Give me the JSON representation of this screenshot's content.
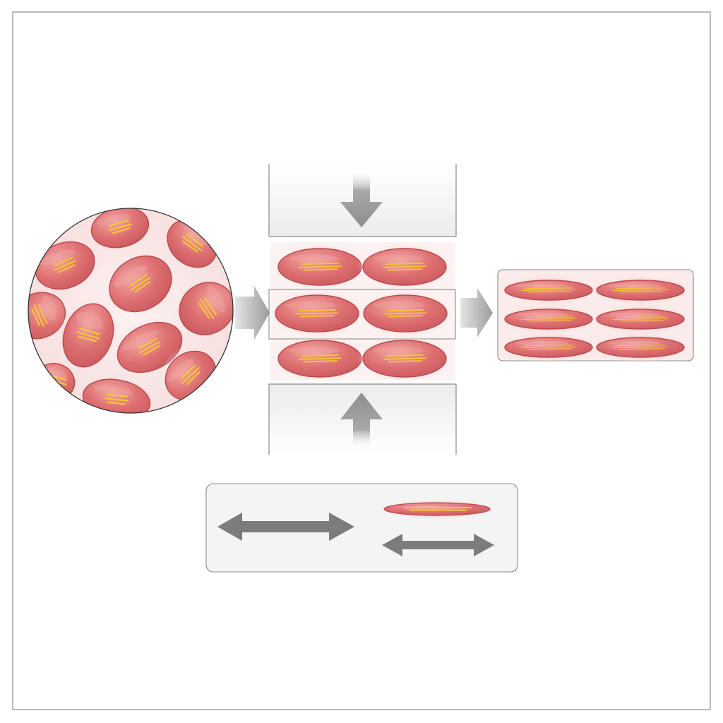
{
  "diagram": {
    "colors": {
      "cell_fill": "#d9686a",
      "cell_highlight": "#f0a2a0",
      "cell_edge": "#b84a4e",
      "fiber": "#f3c736",
      "halo": "#f6cfcd",
      "arrow": "#9a9a9a",
      "panel_fill": "#f2f2f2",
      "frame": "#8a8a8a"
    },
    "stages": [
      {
        "name": "round-cells-cluster",
        "cell_count": 11,
        "shape": "oval, randomly oriented"
      },
      {
        "name": "compressed-cells-grid",
        "rows": 3,
        "cols": 2,
        "shape": "flattened oval"
      },
      {
        "name": "elongated-cells-grid",
        "rows": 3,
        "cols": 2,
        "shape": "highly elongated"
      }
    ],
    "icons": [
      "press-down-arrow-icon",
      "press-up-arrow-icon",
      "flow-right-arrow-icon",
      "stretch-double-arrow-icon"
    ]
  }
}
